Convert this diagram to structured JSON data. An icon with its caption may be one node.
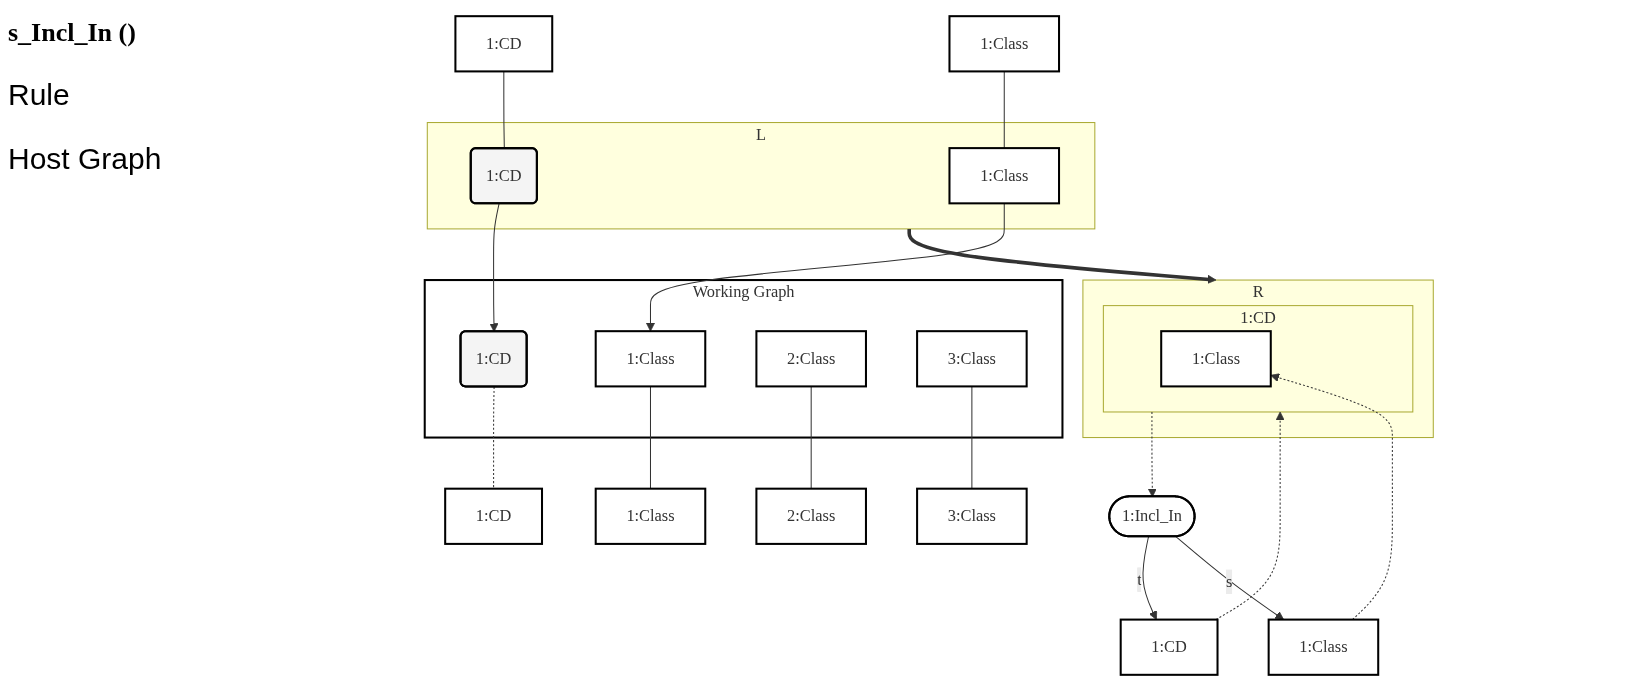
{
  "diagram": {
    "title": "s_Incl_In ()",
    "nodes": [
      {
        "text": [
          "L"
        ]
      },
      {
        "text": [
          "1:CD"
        ]
      },
      {
        "text": [
          "1:Class"
        ]
      },
      {
        "text": [
          "1:CD"
        ],
        "in": 0
      },
      {
        "text": [
          "1:Class"
        ],
        "in": 0
      },
      {
        "text": [
          "R"
        ]
      },
      {
        "text": [
          "1:Incl_In"
        ]
      },
      {
        "text": [
          "1:CD"
        ]
      },
      {
        "text": [
          "1:Class"
        ]
      },
      {
        "text": [
          "1:CD"
        ],
        "in": 5
      },
      {
        "text": [
          "1:Class"
        ],
        "in": 9
      },
      {
        "text": [
          "Working Graph"
        ]
      },
      {
        "text": [
          "1:CD"
        ],
        "in": 11
      },
      {
        "text": [
          "1:Class"
        ],
        "in": 11
      },
      {
        "text": [
          "2:Class"
        ],
        "in": 11
      },
      {
        "text": [
          "3:Class"
        ],
        "in": 11
      },
      {
        "text": [
          "1:CD"
        ]
      },
      {
        "text": [
          "1:Class"
        ]
      },
      {
        "text": [
          "2:Class"
        ]
      },
      {
        "text": [
          "3:Class"
        ]
      }
    ],
    "edges": [
      {
        "from": 1,
        "to": 3,
        "arrow": "none"
      },
      {
        "from": 2,
        "to": 4,
        "arrow": "none"
      },
      {
        "from": 3,
        "to": 12,
        "arrow": "to"
      },
      {
        "from": 4,
        "to": 13,
        "arrow": "to"
      },
      {
        "from": 0,
        "to": 5,
        "arrow": "to",
        "style": "thick"
      },
      {
        "from": 6,
        "to": 7,
        "arrow": "to",
        "label": "t"
      },
      {
        "from": 6,
        "to": 8,
        "arrow": "to",
        "label": "s"
      },
      {
        "from": 7,
        "to": 9,
        "arrow": "to",
        "style": "dashed"
      },
      {
        "from": 9,
        "to": 6,
        "arrow": "to",
        "style": "dashed"
      },
      {
        "from": 8,
        "to": 10,
        "arrow": "to",
        "style": "dashed"
      },
      {
        "from": 12,
        "to": 16,
        "arrow": "none",
        "style": "dashed"
      },
      {
        "from": 13,
        "to": 17,
        "arrow": "none"
      },
      {
        "from": 14,
        "to": 18,
        "arrow": "none"
      },
      {
        "from": 15,
        "to": 19,
        "arrow": "none"
      }
    ],
    "labels": [
      "Rule",
      "Host Graph"
    ]
  }
}
